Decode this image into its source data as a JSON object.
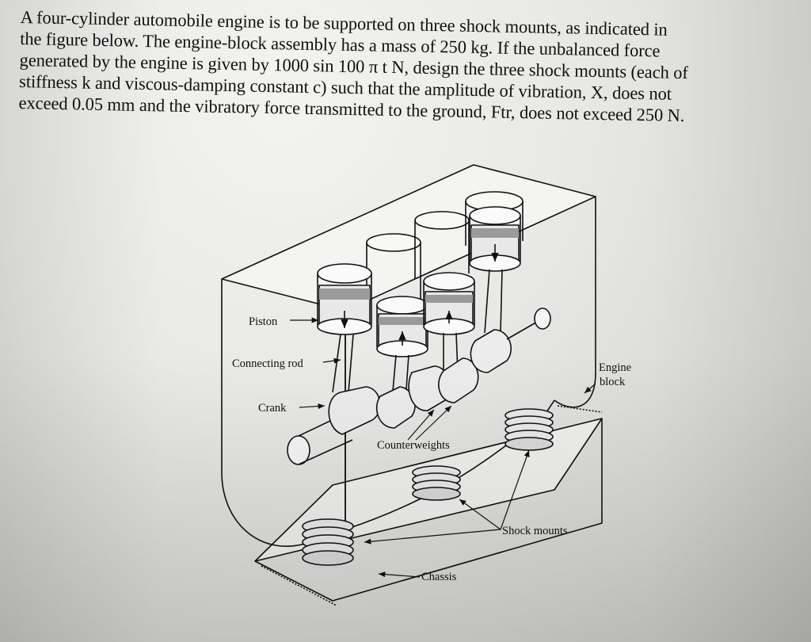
{
  "problem": {
    "lines": [
      "A four-cylinder automobile engine is to be supported on three shock mounts, as indicated in",
      "the figure below. The engine-block assembly has a mass of 250 kg. If the unbalanced force",
      "generated by the engine is given by 1000 sin 100 π t N, design the three shock mounts (each of",
      "stiffness k and viscous-damping constant c) such that the amplitude of vibration, X, does not",
      "exceed 0.05 mm and the vibratory force transmitted to the ground, Ftr, does not exceed 250 N."
    ]
  },
  "figure": {
    "labels": {
      "piston": "Piston",
      "connecting_rod": "Connecting rod",
      "crank": "Crank",
      "counterweights": "Counterweights",
      "engine_block_line1": "Engine",
      "engine_block_line2": "block",
      "shock_mounts": "Shock mounts",
      "chassis": "Chassis"
    }
  }
}
